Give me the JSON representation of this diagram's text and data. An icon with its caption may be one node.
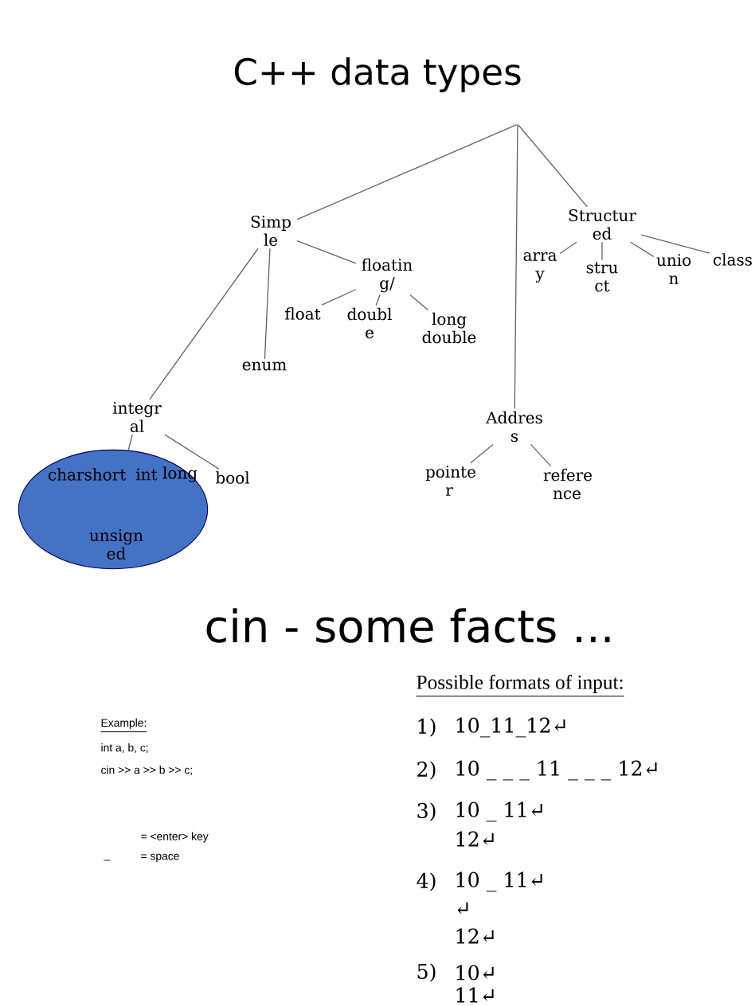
{
  "diagram": {
    "title": "C++ data types",
    "nodes": [
      {
        "text": [],
        "shape": "point"
      },
      {
        "text": [
          "Simp le"
        ]
      },
      {
        "text": [
          "floatin g/"
        ]
      },
      {
        "text": [
          "float"
        ]
      },
      {
        "text": [
          "doubl e"
        ]
      },
      {
        "text": [
          "long double"
        ]
      },
      {
        "text": [
          "enum"
        ]
      },
      {
        "text": [
          "integr al"
        ]
      },
      {
        "text": [
          "charshort",
          "int",
          "long",
          "unsign ed"
        ]
      },
      {
        "text": [
          "bool"
        ]
      },
      {
        "text": [
          "Structur ed"
        ]
      },
      {
        "text": [
          "arra y"
        ]
      },
      {
        "text": [
          "stru ct"
        ]
      },
      {
        "text": [
          "unio n"
        ]
      },
      {
        "text": [
          "class"
        ]
      },
      {
        "text": [
          "Addres s"
        ]
      },
      {
        "text": [
          "pointe r"
        ]
      },
      {
        "text": [
          "refere nce"
        ]
      }
    ],
    "edges": [
      {
        "from": 0,
        "to": 1,
        "arrow": "none"
      },
      {
        "from": 0,
        "to": 15,
        "arrow": "none"
      },
      {
        "from": 0,
        "to": 10,
        "arrow": "none"
      },
      {
        "from": 1,
        "to": 2,
        "arrow": "none"
      },
      {
        "from": 1,
        "to": 6,
        "arrow": "none"
      },
      {
        "from": 1,
        "to": 7,
        "arrow": "none"
      },
      {
        "from": 2,
        "to": 3,
        "arrow": "none"
      },
      {
        "from": 2,
        "to": 4,
        "arrow": "none"
      },
      {
        "from": 2,
        "to": 5,
        "arrow": "none"
      },
      {
        "from": 7,
        "to": 8,
        "arrow": "none"
      },
      {
        "from": 7,
        "to": 9,
        "arrow": "none"
      },
      {
        "from": 10,
        "to": 11,
        "arrow": "none"
      },
      {
        "from": 10,
        "to": 12,
        "arrow": "none"
      },
      {
        "from": 10,
        "to": 13,
        "arrow": "none"
      },
      {
        "from": 10,
        "to": 14,
        "arrow": "none"
      },
      {
        "from": 15,
        "to": 16,
        "arrow": "none"
      },
      {
        "from": 15,
        "to": 17,
        "arrow": "none"
      }
    ],
    "labels": [
      "cin - some facts ...",
      "Example:",
      "int a, b, c;",
      "cin >> a >> b >> c;",
      "= <enter> key",
      "_",
      "= space",
      "Possible formats of input:",
      "1)",
      "10_11_12↵",
      "2)",
      "10 _ _ _ 11 _ _ _ 12↵",
      "3)",
      "10 _ 11↵",
      "12↵",
      "4)",
      "10 _ 11↵",
      "↵",
      "12↵",
      "5)",
      "10↵",
      "11↵"
    ]
  }
}
